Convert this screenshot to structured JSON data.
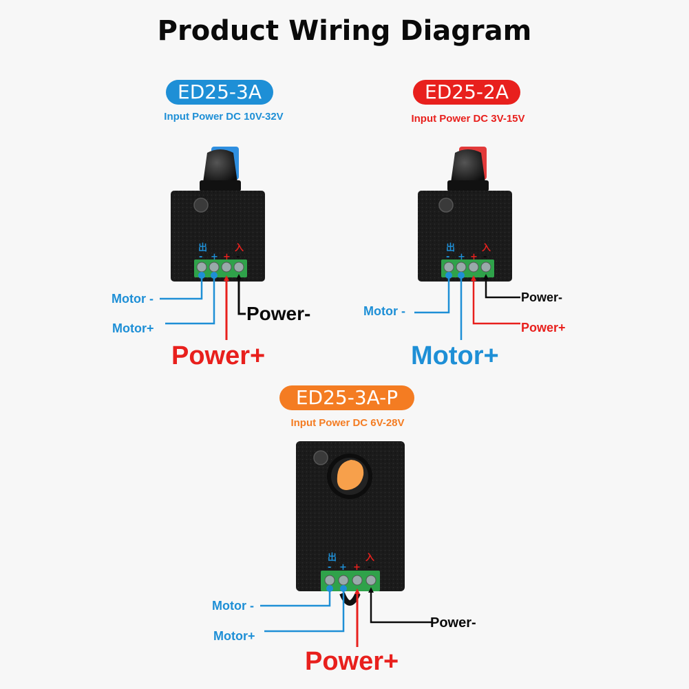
{
  "title": "Product Wiring Diagram",
  "colors": {
    "blue": "#1e8fd6",
    "red": "#e8201d",
    "orange": "#f47c22",
    "black": "#0a0a0a",
    "green": "#2fa24a"
  },
  "units": [
    {
      "model": "ED25-3A",
      "input_power": "Input Power DC 10V-32V",
      "knob": "blue-cap-knob",
      "terminal_marks": [
        "出",
        "-",
        "+",
        "+",
        "-",
        "入"
      ],
      "labels": {
        "motor_minus": "Motor -",
        "motor_plus": "Motor+",
        "power_minus": "Power-",
        "power_plus": "Power+"
      }
    },
    {
      "model": "ED25-2A",
      "input_power": "Input Power DC 3V-15V",
      "knob": "red-cap-knob",
      "terminal_marks": [
        "出",
        "-",
        "+",
        "+",
        "-",
        "入"
      ],
      "labels": {
        "motor_minus": "Motor -",
        "motor_plus": "Motor+",
        "power_minus": "Power-",
        "power_plus": "Power+"
      }
    },
    {
      "model": "ED25-3A-P",
      "input_power": "Input Power DC 6V-28V",
      "knob": "orange-rocker-switch",
      "terminal_marks": [
        "出",
        "-",
        "+",
        "+",
        "-",
        "入"
      ],
      "labels": {
        "motor_minus": "Motor -",
        "motor_plus": "Motor+",
        "power_minus": "Power-",
        "power_plus": "Power+"
      }
    }
  ]
}
